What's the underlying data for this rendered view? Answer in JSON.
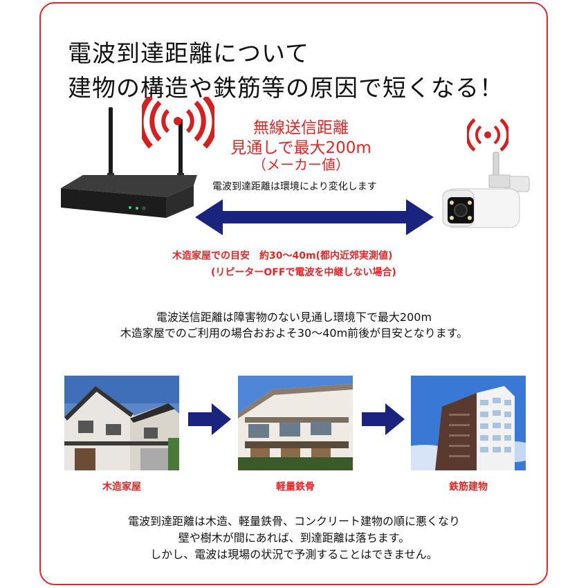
{
  "title": {
    "line1": "電波到達距離について",
    "line2": "建物の構造や鉄筋等の原因で短くなる！"
  },
  "range_label": {
    "line1": "無線送信距離",
    "line2": "見通しで最大200m",
    "line3": "（メーカー値）"
  },
  "env_note": "電波到達距離は環境により変化します",
  "wood_estimate": {
    "line1": "木造家屋での目安　約30～40m(都内近郊実測値)",
    "line2": "(リピーターOFFで電波を中継しない場合)"
  },
  "explanation": {
    "line1": "電波送信距離は障害物のない見通し環境下で最大200m",
    "line2": "木造家屋でのご利用の場合おおよそ30～40m前後が目安となります。"
  },
  "buildings": [
    {
      "caption": "木造家屋",
      "icon": "wooden-house-photo"
    },
    {
      "caption": "軽量鉄骨",
      "icon": "light-steel-building-photo"
    },
    {
      "caption": "鉄筋建物",
      "icon": "reinforced-concrete-building-photo"
    }
  ],
  "footer": {
    "line1": "電波到達距離は木造、軽量鉄骨、コンクリート建物の順に悪くなり",
    "line2": "壁や樹木が間にあれば、到達距離は落ちます。",
    "line3": "しかし、電波は現場の状況で予測することはできません。"
  },
  "colors": {
    "accent_red": "#e32626",
    "arrow_navy": "#1a237e"
  }
}
